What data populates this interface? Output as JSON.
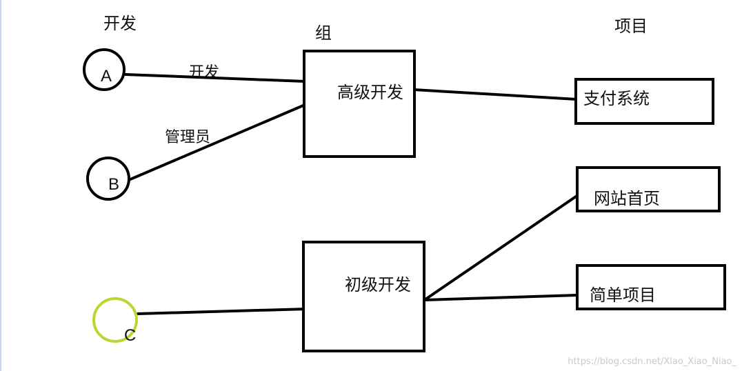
{
  "headers": {
    "developers": "开发",
    "groups": "组",
    "projects": "项目"
  },
  "people": [
    {
      "id": "A",
      "label": "A",
      "color": "#000000"
    },
    {
      "id": "B",
      "label": "B",
      "color": "#000000"
    },
    {
      "id": "C",
      "label": "C",
      "color": "#b5d932"
    }
  ],
  "groups": [
    {
      "label": "高级开发"
    },
    {
      "label": "初级开发"
    }
  ],
  "projects": [
    {
      "label": "支付系统"
    },
    {
      "label": "网站首页"
    },
    {
      "label": "简单项目"
    }
  ],
  "edge_labels": {
    "a_to_senior": "开发",
    "b_to_senior": "管理员"
  },
  "watermark": "https://blog.csdn.net/Xiao_Xiao_Niao_"
}
